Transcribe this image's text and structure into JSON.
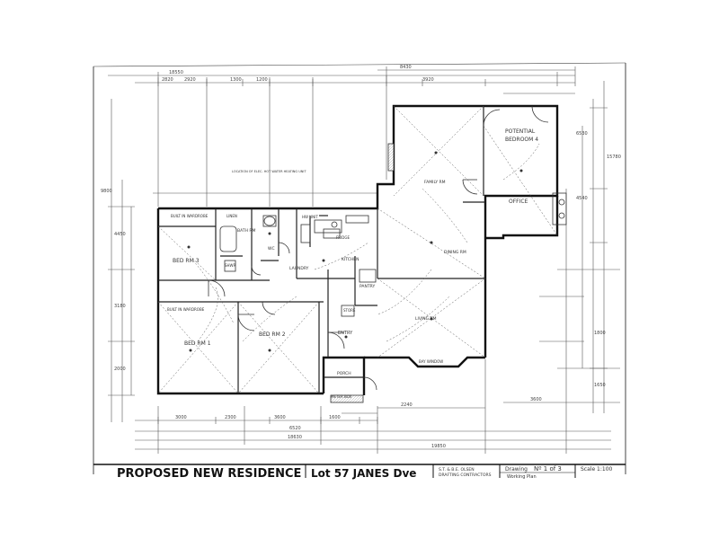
{
  "title_block": {
    "title": "PROPOSED  NEW  RESIDENCE",
    "lot": "Lot 57  JANES Dve",
    "firm_line1": "S.T. & B.E. OLSEN",
    "firm_line2": "DRAFTING CONTRACTORS",
    "drawing_label": "Drawing",
    "drawing_no": "Nº 1 of 3",
    "scale": "Scale 1:100",
    "sheet": "Working Plan"
  },
  "rooms": {
    "bed1": "BED RM 1",
    "bed2": "BED RM 2",
    "bed3": "BED RM 3",
    "bed4_line1": "POTENTIAL",
    "bed4_line2": "BEDROOM 4",
    "office": "OFFICE",
    "family": "FAMILY RM",
    "dining": "DINING RM",
    "living": "LIVING RM",
    "kitchen": "KITCHEN",
    "laundry": "LAUNDRY",
    "bath": "BATH RM",
    "entry": "ENTRY",
    "porch": "PORCH",
    "pantry": "PANTRY",
    "wc": "WC",
    "bay_window": "BAY WINDOW",
    "robe_bed3": "BUILT IN WARDROBE",
    "robe_bed1": "BUILT IN WARDROBE",
    "linen": "LINEN",
    "shower": "SHWR",
    "fridge": "FRIDGE",
    "hw_unit": "HW UNIT",
    "meter_box": "METER BOX",
    "store": "STORE",
    "hwu_location": "LOCATION OF ELEC. HOT WATER HEATING UNIT"
  },
  "dimensions": {
    "top_overall": "18550",
    "top_right": "8430",
    "top_segments": [
      "2820",
      "2920",
      "1300",
      "1200",
      "3920"
    ],
    "bottom_overall": "19850",
    "bottom_mid": "18630",
    "bottom_sub": "6520",
    "bottom_right": "3600",
    "bottom_segments": [
      "3000",
      "2300",
      "3600",
      "1600",
      "2240"
    ],
    "left_overall": "9800",
    "left_segments": [
      "4450",
      "3180",
      "2000"
    ],
    "right_overall": "15780",
    "right_segments": [
      "6530",
      "4540",
      "1800",
      "1650"
    ]
  }
}
